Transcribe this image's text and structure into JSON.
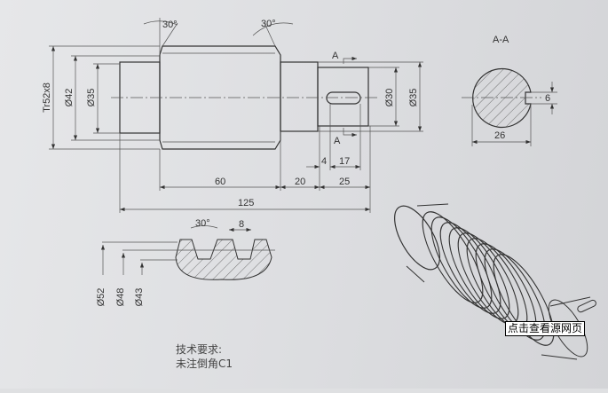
{
  "main_view": {
    "angle_left": "30°",
    "angle_right": "30°",
    "thread_spec": "Tr52x8",
    "dia_42": "Ø42",
    "dia_35_left": "Ø35",
    "dia_30": "Ø30",
    "dia_35_right": "Ø35",
    "section_mark_top": "A",
    "section_mark_bottom": "A",
    "len_60": "60",
    "len_20": "20",
    "len_25": "25",
    "len_4": "4",
    "len_17": "17",
    "len_125": "125"
  },
  "section_view": {
    "title": "A-A",
    "key_depth": "6",
    "width": "26"
  },
  "thread_profile": {
    "angle": "30°",
    "pitch": "8",
    "dia_52": "Ø52",
    "dia_48": "Ø48",
    "dia_43": "Ø43"
  },
  "notes": {
    "heading": "技术要求:",
    "line1": "未注倒角C1"
  },
  "watermark": "点击查看源网页"
}
